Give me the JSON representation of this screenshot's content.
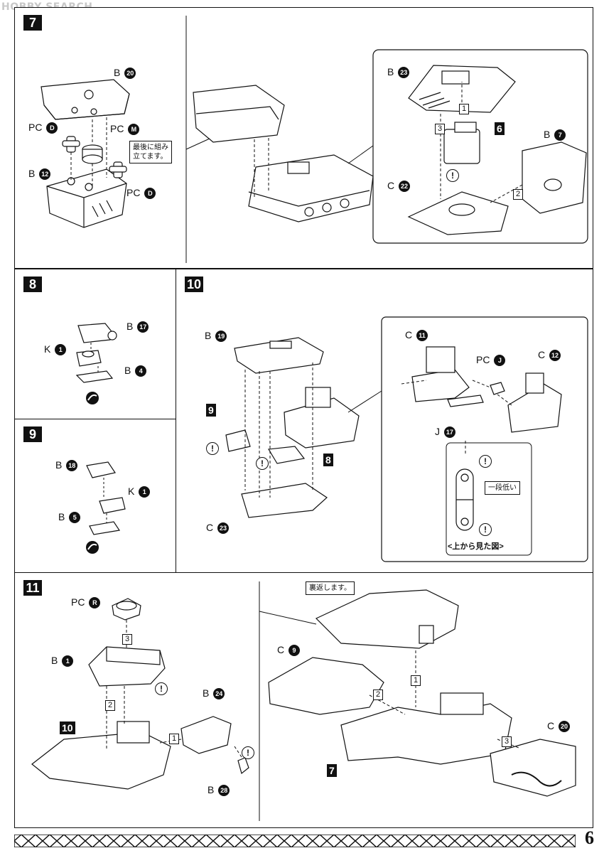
{
  "watermark": "HOBBY SEARCH",
  "page_number": "6",
  "steps": {
    "s7": {
      "number": "7",
      "labels": {
        "b20": {
          "prefix": "B",
          "code": "20"
        },
        "pcD1": {
          "prefix": "PC",
          "code": "D"
        },
        "pcM": {
          "prefix": "PC",
          "code": "M"
        },
        "b12": {
          "prefix": "B",
          "code": "12"
        },
        "pcD2": {
          "prefix": "PC",
          "code": "D"
        },
        "b23": {
          "prefix": "B",
          "code": "23"
        },
        "sub6": "6",
        "b7": {
          "prefix": "B",
          "code": "7"
        },
        "c22": {
          "prefix": "C",
          "code": "22"
        }
      },
      "note_assemble_last": "最後に組み\n立てます。",
      "order": [
        "1",
        "2",
        "3"
      ]
    },
    "s8": {
      "number": "8",
      "labels": {
        "b17": {
          "prefix": "B",
          "code": "17"
        },
        "k1": {
          "prefix": "K",
          "code": "1"
        },
        "b4": {
          "prefix": "B",
          "code": "4"
        }
      }
    },
    "s9": {
      "number": "9",
      "labels": {
        "b18": {
          "prefix": "B",
          "code": "18"
        },
        "k1": {
          "prefix": "K",
          "code": "1"
        },
        "b5": {
          "prefix": "B",
          "code": "5"
        }
      }
    },
    "s10": {
      "number": "10",
      "labels": {
        "b19": {
          "prefix": "B",
          "code": "19"
        },
        "sub9": "9",
        "sub8": "8",
        "c23": {
          "prefix": "C",
          "code": "23"
        },
        "c11": {
          "prefix": "C",
          "code": "11"
        },
        "pcJ": {
          "prefix": "PC",
          "code": "J"
        },
        "c12": {
          "prefix": "C",
          "code": "12"
        },
        "j17": {
          "prefix": "J",
          "code": "17"
        }
      },
      "note_one_step_lower": "一段低い",
      "caption_view_from_top": "<上から見た図>"
    },
    "s11": {
      "number": "11",
      "labels": {
        "pcR": {
          "prefix": "PC",
          "code": "R"
        },
        "b1": {
          "prefix": "B",
          "code": "1"
        },
        "b24": {
          "prefix": "B",
          "code": "24"
        },
        "sub10": "10",
        "b28": {
          "prefix": "B",
          "code": "28"
        },
        "c9": {
          "prefix": "C",
          "code": "9"
        },
        "c20": {
          "prefix": "C",
          "code": "20"
        },
        "sub7": "7"
      },
      "note_flip_over": "裏返します。",
      "order": [
        "1",
        "2",
        "3"
      ]
    }
  }
}
